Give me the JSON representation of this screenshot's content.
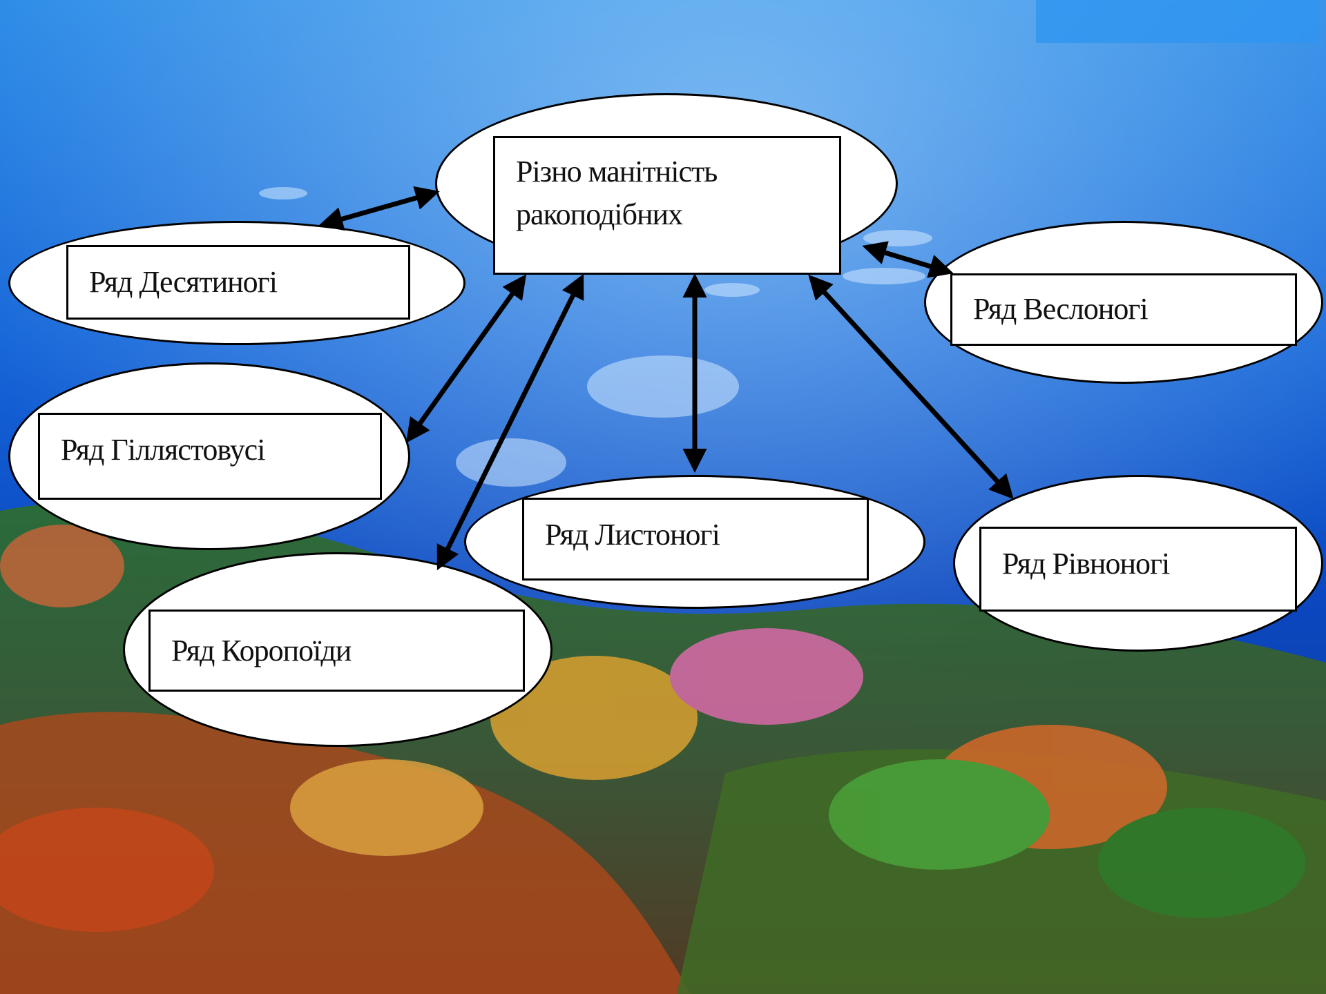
{
  "diagram": {
    "center": {
      "label": "Різно манітність\nракоподібних"
    },
    "nodes": [
      {
        "id": "desiatynohi",
        "label": "Ряд Десятиногі"
      },
      {
        "id": "hilliastovusi",
        "label": "Ряд Гіллястовусі"
      },
      {
        "id": "koropoidy",
        "label": "Ряд Коропоїди"
      },
      {
        "id": "lystonohi",
        "label": "Ряд Листоногі"
      },
      {
        "id": "veslonohi",
        "label": "Ряд Веслоногі"
      },
      {
        "id": "rivnonohi",
        "label": "Ряд Рівноногі"
      }
    ]
  },
  "colors": {
    "water_top": "#1f7fe0",
    "water_mid": "#0a46c4",
    "seabed_green": "#2f7a2a",
    "seabed_orange": "#c8561a",
    "box_fill": "#ffffff",
    "line": "#000000"
  }
}
